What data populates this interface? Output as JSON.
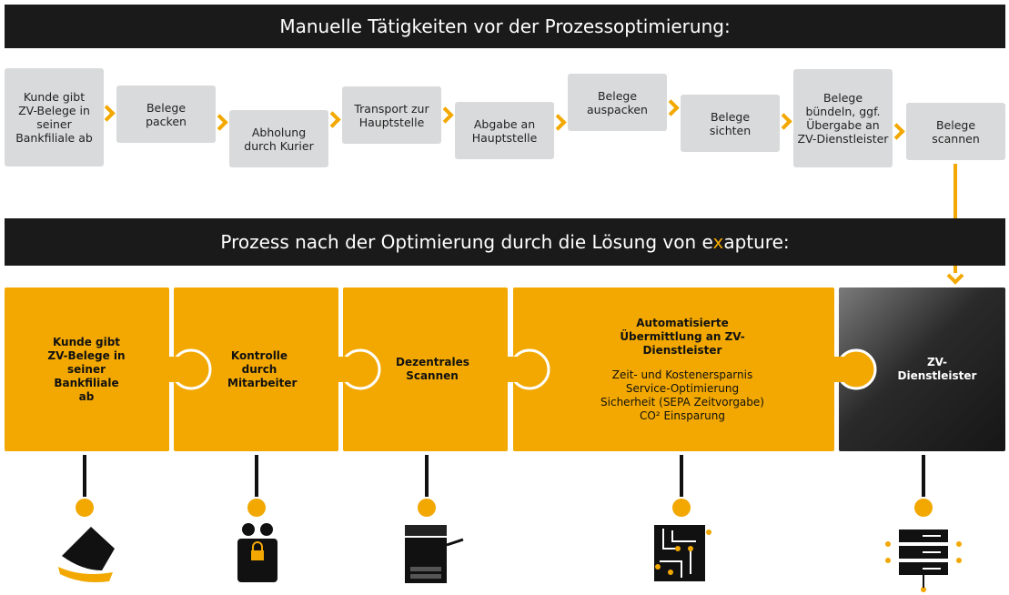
{
  "top_title": "Manuelle Tätigkeiten vor der Prozessoptimierung:",
  "manual_steps": [
    "Kunde gibt ZV-Belege in seiner Bankfiliale ab",
    "Belege packen",
    "Abholung durch Kurier",
    "Transport zur Hauptstelle",
    "Abgabe an Hauptstelle",
    "Belege auspacken",
    "Belege sichten",
    "Belege bündeln, ggf. Übergabe an ZV-Dienstleister",
    "Belege scannen"
  ],
  "bottom_title": {
    "prefix": "Prozess nach der Optimierung durch die Lösung von e",
    "accent": "x",
    "suffix": "apture:"
  },
  "pieces": [
    {
      "title": "Kunde gibt ZV-Belege in seiner Bankfiliale ab",
      "icon": "documents-icon"
    },
    {
      "title": "Kontrolle durch Mitarbeiter",
      "icon": "employees-lock-icon"
    },
    {
      "title": "Dezentrales Scannen",
      "icon": "scanner-icon"
    },
    {
      "title": "Automatisierte Übermittlung an ZV-Dienstleister",
      "details": [
        "Zeit- und Kostenersparnis",
        "Service-Optimierung",
        "Sicherheit (SEPA Zeitvorgabe)",
        "CO² Einsparung"
      ],
      "icon": "circuit-icon"
    },
    {
      "title": "ZV-Dienstleister",
      "icon": "server-icon"
    }
  ],
  "colors": {
    "accent": "#f2a800",
    "dark": "#1a1a1a",
    "box": "#d9dadb"
  }
}
